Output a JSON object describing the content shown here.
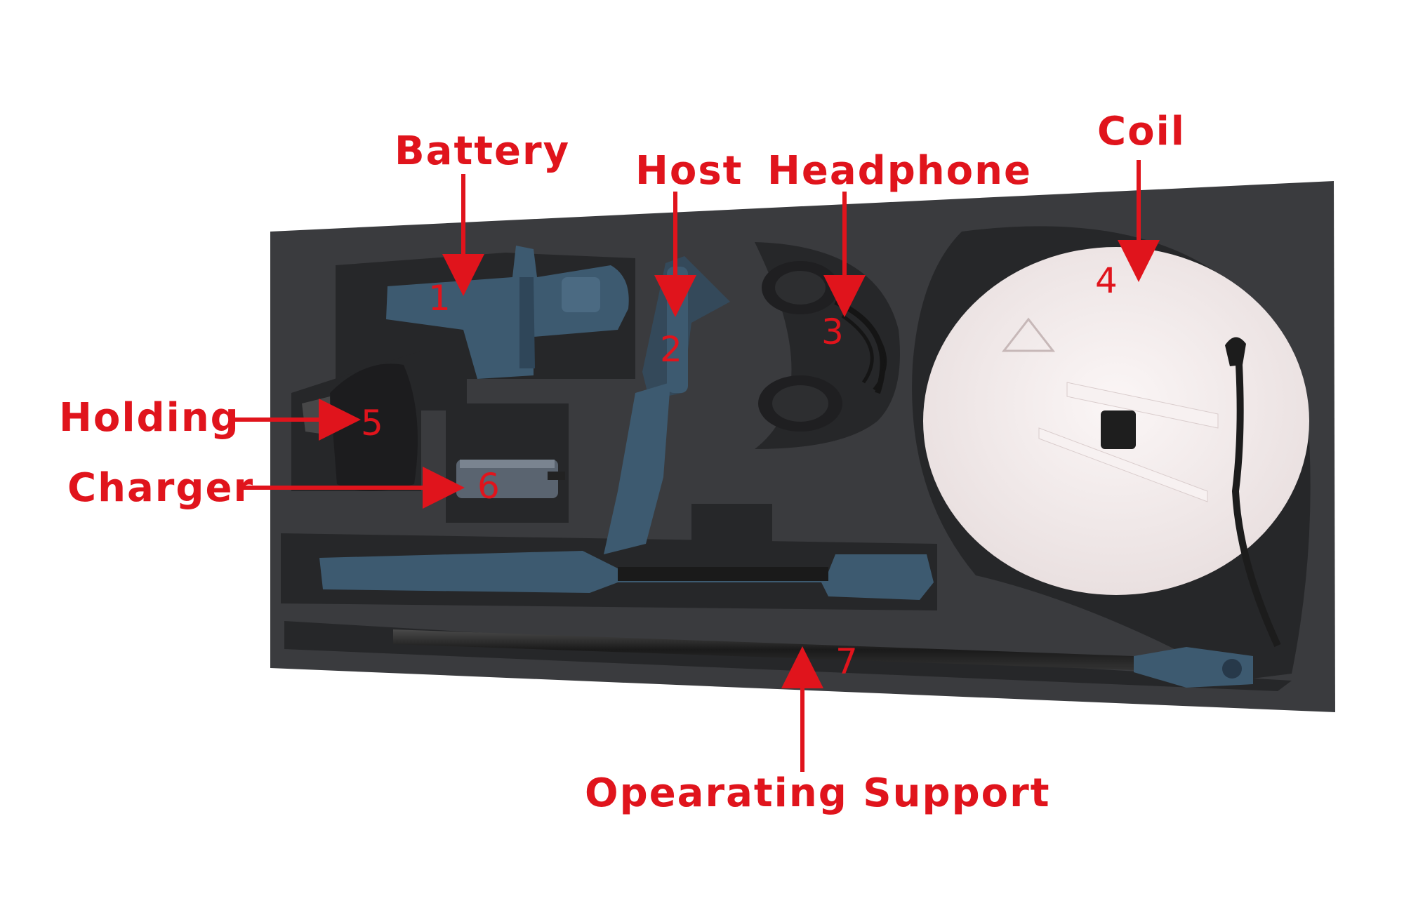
{
  "labels": {
    "battery": "Battery",
    "host": "Host",
    "headphone": "Headphone",
    "coil": "Coil",
    "holding": "Holding",
    "charger": "Charger",
    "operating_support": "Opearating Support"
  },
  "numbers": {
    "battery": "1",
    "host": "2",
    "headphone": "3",
    "coil": "4",
    "holding": "5",
    "charger": "6",
    "operating_support": "7"
  },
  "colors": {
    "annotation": "#e0141c",
    "foam": "#3a3b3e",
    "foam_dark": "#2a2b2d",
    "device_blue": "#3d5a70",
    "coil_white": "#f3ecec"
  }
}
